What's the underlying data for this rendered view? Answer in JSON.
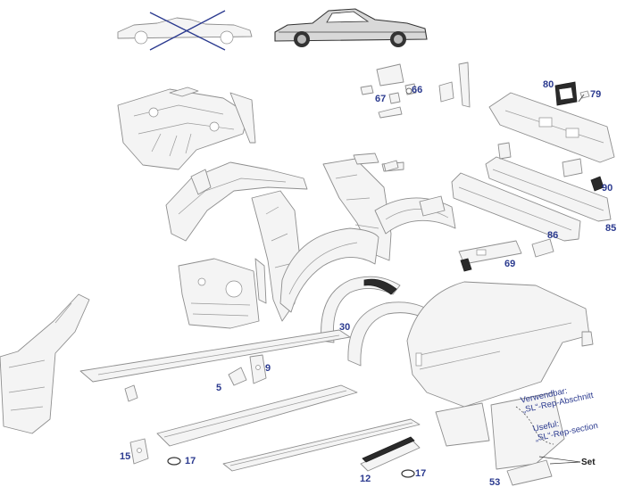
{
  "callouts": {
    "p5": "5",
    "p9": "9",
    "p12": "12",
    "p15": "15",
    "p17a": "17",
    "p17b": "17",
    "p30": "30",
    "p53": "53",
    "p66": "66",
    "p67": "67",
    "p69": "69",
    "p79": "79",
    "p80": "80",
    "p85": "85",
    "p86": "86",
    "p90": "90"
  },
  "notes": {
    "de_line1": "Verwendbar:",
    "de_line2": "„SL“-Rep-Abschnitt",
    "en_line1": "Useful:",
    "en_line2": "„SL“-Rep-section",
    "set": "Set"
  },
  "colors": {
    "callout": "#2b3a8f",
    "crossout": "#2b3a8f",
    "linework": "#8e8e8e"
  }
}
